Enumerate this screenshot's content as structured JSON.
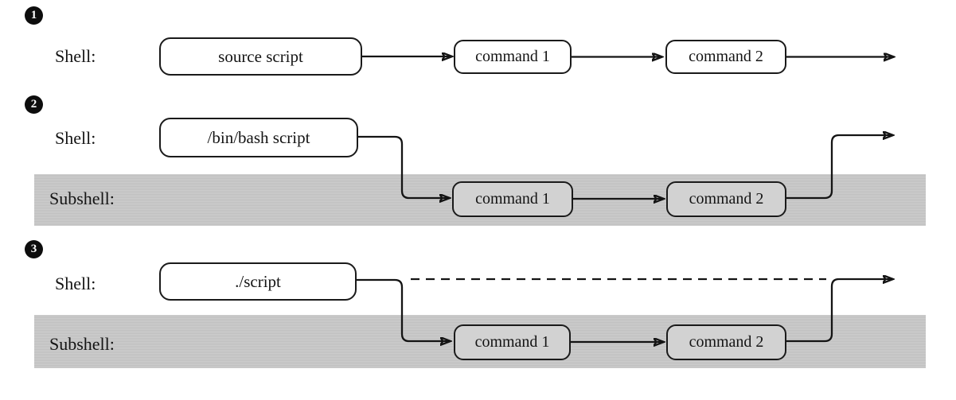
{
  "colors": {
    "band_gray": "#c7c7c7",
    "band_box_fill": "#d2d2d2",
    "box_border": "#1a1a1a",
    "ink": "#141414",
    "paper": "#ffffff"
  },
  "sections": [
    {
      "badge": "1",
      "shell_label": "Shell:",
      "script_label": "source script",
      "command1": "command 1",
      "command2": "command 2"
    },
    {
      "badge": "2",
      "shell_label": "Shell:",
      "subshell_label": "Subshell:",
      "script_label": "/bin/bash script",
      "command1": "command 1",
      "command2": "command 2"
    },
    {
      "badge": "3",
      "shell_label": "Shell:",
      "subshell_label": "Subshell:",
      "script_label": "./script",
      "command1": "command 1",
      "command2": "command 2"
    }
  ]
}
